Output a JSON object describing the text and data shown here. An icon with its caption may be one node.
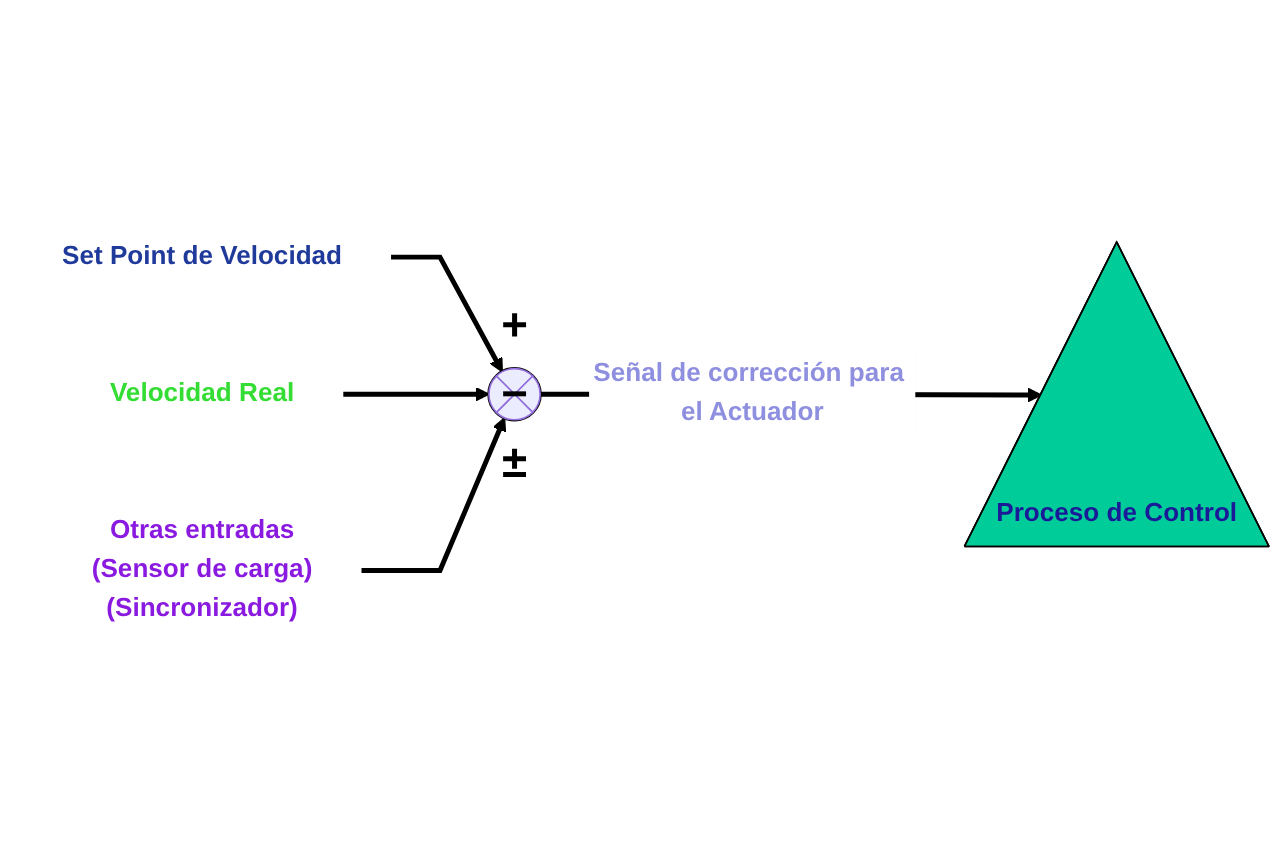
{
  "diagram": {
    "nodes": [
      {
        "text": [
          "Set Point de Velocidad"
        ]
      },
      {
        "text": [
          "Velocidad Real"
        ]
      },
      {
        "text": [
          "+",
          "−",
          "±"
        ]
      },
      {
        "text": [
          "Proceso de Control"
        ]
      },
      {
        "text": [
          "Otras entradas",
          "(Sensor de carga)",
          "(Sincronizador)"
        ]
      }
    ],
    "edges": [
      {
        "from": 0,
        "to": 2,
        "arrow": "to"
      },
      {
        "from": 1,
        "to": 2,
        "arrow": "to"
      },
      {
        "from": 4,
        "to": 2,
        "arrow": "to"
      },
      {
        "from": 2,
        "to": 3,
        "arrow": "to",
        "label": "Señal de corrección para el Actuador"
      }
    ]
  }
}
